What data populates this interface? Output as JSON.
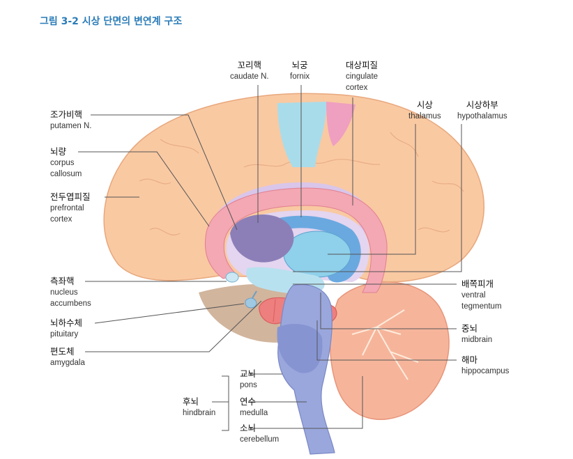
{
  "figure_title": "그림 3-2 시상 단면의 변연계 구조",
  "labels": {
    "caudate": {
      "ko": "꼬리핵",
      "en": "caudate N."
    },
    "fornix": {
      "ko": "뇌궁",
      "en": "fornix"
    },
    "cingulate": {
      "ko": "대상피질",
      "en1": "cingulate",
      "en2": "cortex"
    },
    "thalamus": {
      "ko": "시상",
      "en": "thalamus"
    },
    "hypothalamus": {
      "ko": "시상하부",
      "en": "hypothalamus"
    },
    "putamen": {
      "ko": "조가비핵",
      "en": "putamen N."
    },
    "corpus": {
      "ko": "뇌량",
      "en1": "corpus",
      "en2": "callosum"
    },
    "prefrontal": {
      "ko": "전두엽피질",
      "en1": "prefrontal",
      "en2": "cortex"
    },
    "accumbens": {
      "ko": "측좌핵",
      "en1": "nucleus",
      "en2": "accumbens"
    },
    "pituitary": {
      "ko": "뇌하수체",
      "en": "pituitary"
    },
    "amygdala": {
      "ko": "편도체",
      "en": "amygdala"
    },
    "ventral": {
      "ko": "배쪽피개",
      "en1": "ventral",
      "en2": "tegmentum"
    },
    "midbrain": {
      "ko": "중뇌",
      "en": "midbrain"
    },
    "hippocampus": {
      "ko": "해마",
      "en": "hippocampus"
    },
    "hindbrain": {
      "ko": "후뇌",
      "en": "hindbrain"
    },
    "pons": {
      "ko": "교뇌",
      "en": "pons"
    },
    "medulla": {
      "ko": "연수",
      "en": "medulla"
    },
    "cerebellum": {
      "ko": "소뇌",
      "en": "cerebellum"
    }
  },
  "colors": {
    "title": "#2a7cb8",
    "cortex": "#f9c9a2",
    "cortex_outline": "#e8a77c",
    "corpus_callosum": "#f3a8b3",
    "cingulate_band": "#d9c6ea",
    "caudate": "#8c7fb8",
    "thalamus": "#8fd0ea",
    "fornix_blue": "#6aa9e0",
    "brainstem": "#9aa7dd",
    "cerebellum": "#f6b59b",
    "midbrain_red": "#ee7f7f",
    "cyan_region": "#a9dcea",
    "pink_region": "#ef9fc0",
    "temporal_shadow": "#c7a589"
  }
}
